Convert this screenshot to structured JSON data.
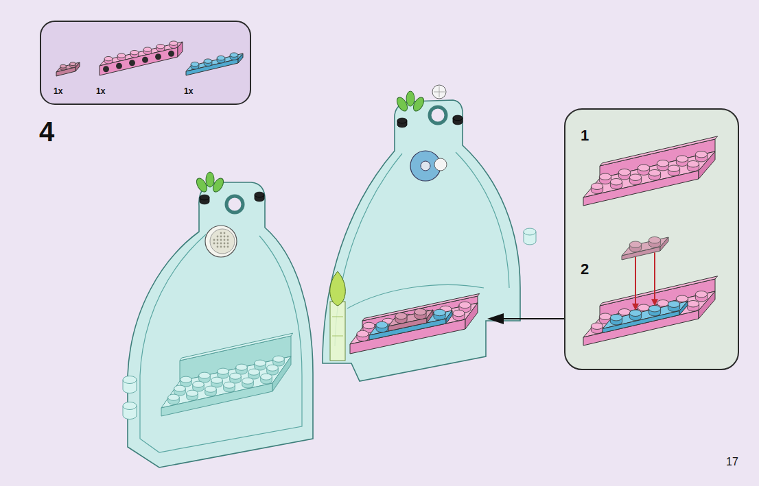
{
  "diagram": {
    "nodes": [
      {
        "text": [
          "1x",
          "1x",
          "1x"
        ]
      },
      {
        "text": [
          "1",
          "2"
        ]
      }
    ],
    "labels": [
      "4",
      "17"
    ]
  }
}
